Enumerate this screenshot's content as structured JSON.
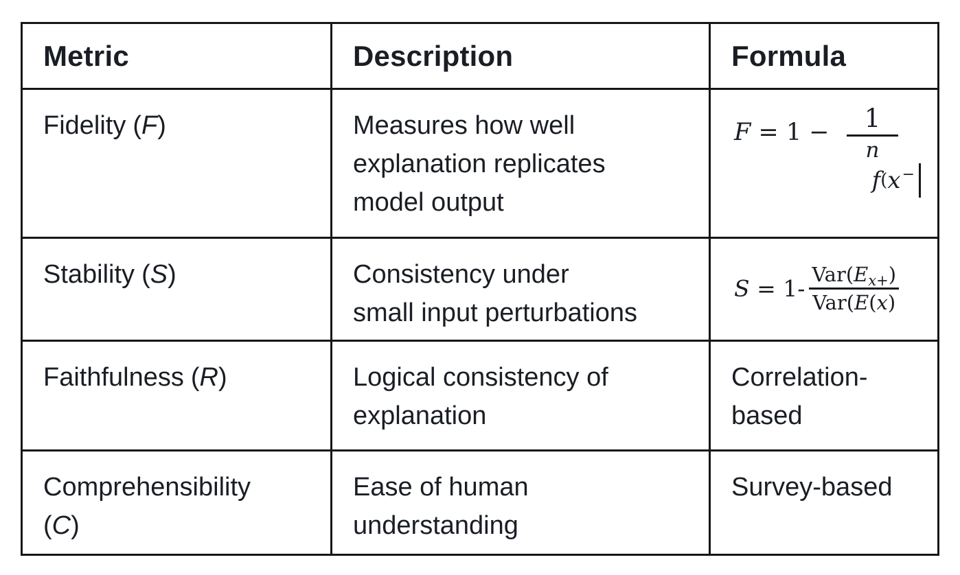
{
  "page": {
    "background": "#ffffff",
    "grid_line_color": "#161616",
    "text_color": "#1a1e24"
  },
  "table": {
    "headers": [
      "Metric",
      "Description",
      "Formula"
    ],
    "rows": [
      {
        "metric": {
          "name": "Fidelity",
          "open": "(",
          "symbol": "F",
          "close": ")"
        },
        "description": "Measures how well\nexplanation replicates\nmodel output",
        "formula": {
          "lhs": "F",
          "mid": " = 1 − ",
          "frac_num": "1",
          "frac_den": "n",
          "tail_f": "f",
          "tail_open": "(",
          "tail_x": "x",
          "tail_minus": "−"
        }
      },
      {
        "metric": {
          "name": "Stability",
          "open": "(",
          "symbol": "S",
          "close": ")"
        },
        "description": "Consistency under\nsmall input perturbations",
        "formula": {
          "lhs": "S",
          "mid": " = 1-",
          "num_var": "Var(",
          "num_E": "E",
          "num_sub_x": "x",
          "num_sub_plus": "+",
          "num_close": ")",
          "den_var": "Var(",
          "den_E": "E",
          "den_open": "(",
          "den_x": "x",
          "den_close": ")"
        }
      },
      {
        "metric": {
          "name": "Faithfulness",
          "open": "(",
          "symbol": "R",
          "close": ")"
        },
        "description": "Logical consistency of\nexplanation",
        "formula": {
          "text": "Correlation-\nbased"
        }
      },
      {
        "metric": {
          "name": "Comprehensibility",
          "open": "(",
          "symbol": "C",
          "close": ")"
        },
        "description": "Ease of human\nunderstanding",
        "formula": {
          "text": "Survey-based"
        }
      }
    ]
  }
}
